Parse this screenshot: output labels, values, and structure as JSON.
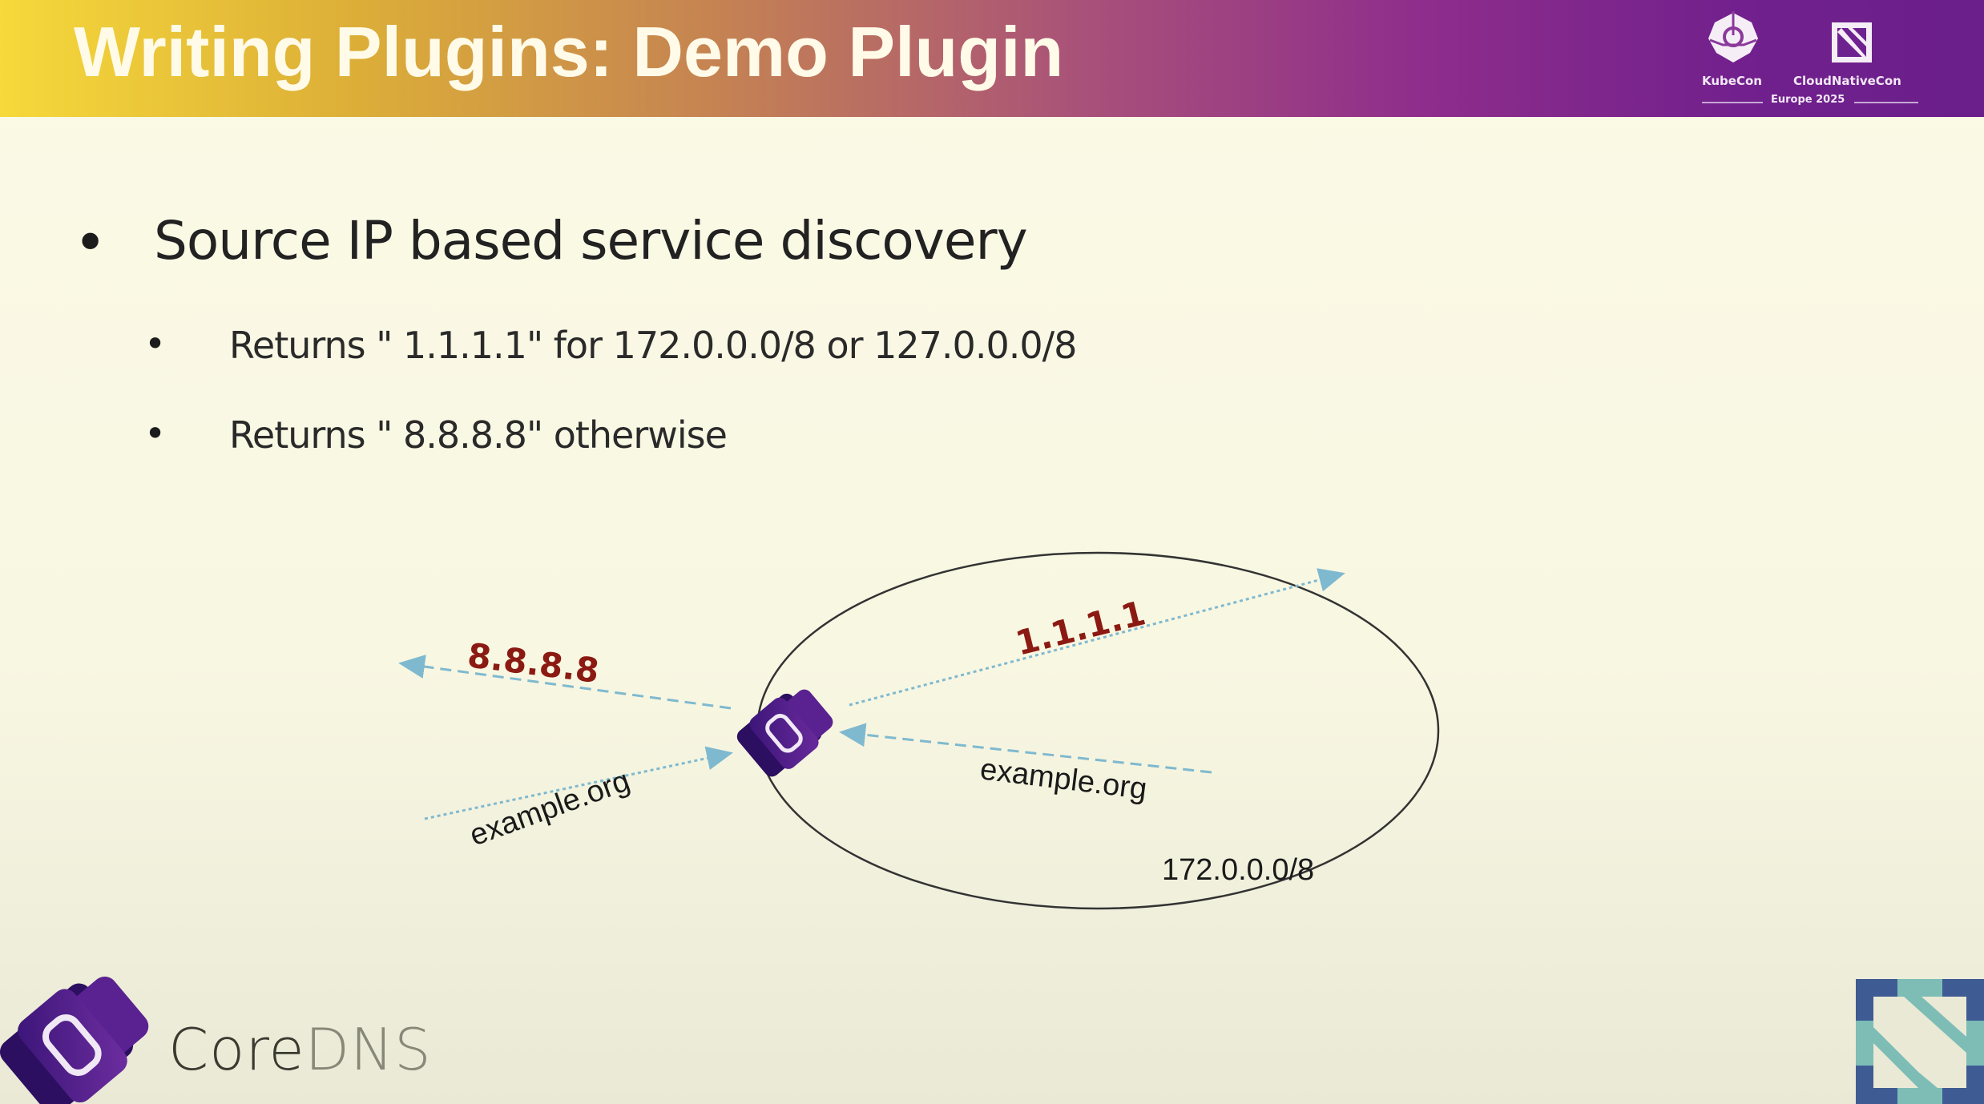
{
  "slide": {
    "title": "Writing Plugins: Demo Plugin",
    "conference": {
      "left_logo_label": "KubeCon",
      "right_logo_label": "CloudNativeCon",
      "edition": "Europe 2025"
    },
    "bullets": [
      {
        "level": 1,
        "text": "Source IP based service discovery",
        "children": [
          {
            "level": 2,
            "text": "Returns \" 1.1.1.1\" for 172.0.0.0/8 or 127.0.0.0/8"
          },
          {
            "level": 2,
            "text": "Returns \" 8.8.8.8\" otherwise"
          }
        ]
      }
    ],
    "diagram": {
      "answer_outside": "8.8.8.8",
      "answer_inside": "1.1.1.1",
      "query_outside": "example.org",
      "query_inside": "example.org",
      "subnet_label": "172.0.0.0/8",
      "colors": {
        "answer_text": "#8b1a12",
        "arrow": "#7fb9cf",
        "ellipse": "#333333",
        "coredns_dark": "#2a0f5a",
        "coredns_mid": "#5a2290"
      }
    },
    "footer": {
      "brand_core": "Core",
      "brand_dns": "DNS"
    }
  },
  "colors": {
    "header_gradient_start": "#f6d93a",
    "header_gradient_end": "#6a1f8a",
    "background": "#fbfae6",
    "cncf_dark": "#3f5b94",
    "cncf_light": "#7dbdb6"
  }
}
